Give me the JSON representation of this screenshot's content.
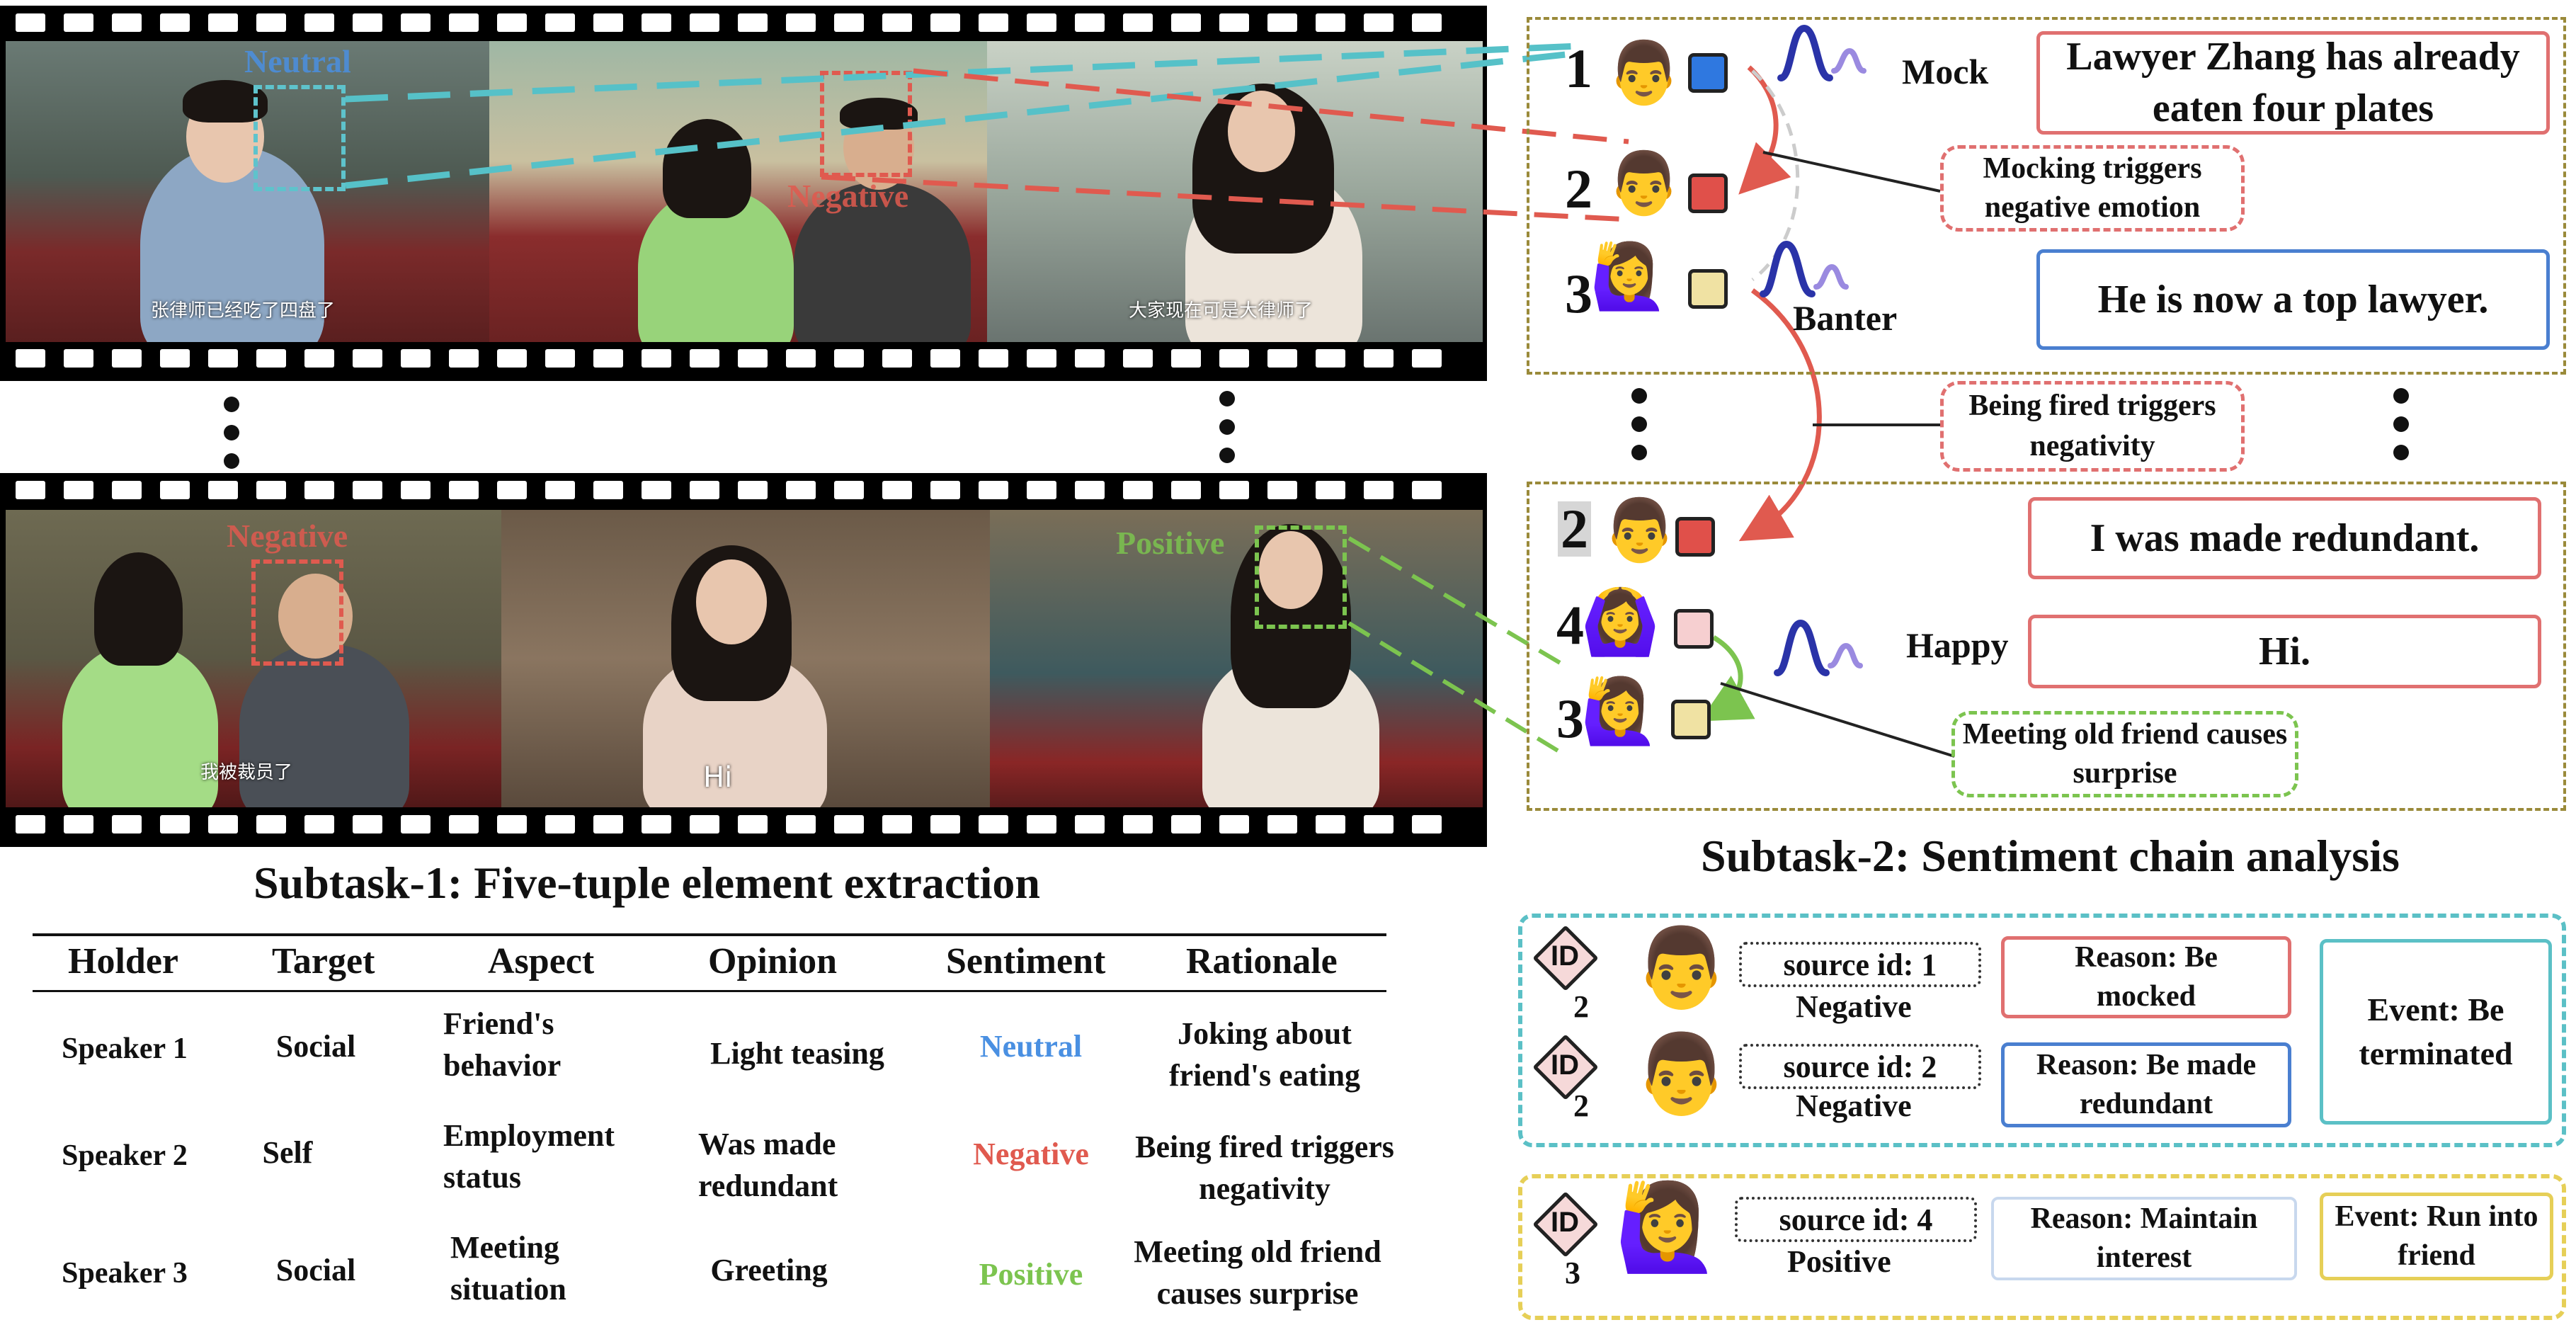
{
  "colors": {
    "neutral": "#4a90e2",
    "negative": "#e05a4f",
    "positive": "#7cc44f",
    "olive_border": "#9a8a3a",
    "teal": "#5bc0c6",
    "yellow": "#e6cf57",
    "red_box": "#e07070",
    "blue_box": "#4a7fd0",
    "cyan_link": "#56c1c8",
    "sq_blue": "#2f78e0",
    "sq_red": "#e0504a",
    "sq_yellow": "#f0e2a3",
    "sq_pink": "#f6cfd0"
  },
  "icons": [
    "man-emoji",
    "woman-raising-hand-emoji",
    "wave-icon",
    "id-diamond-icon",
    "vertical-ellipsis-icon"
  ],
  "film_top": {
    "labels": {
      "neutral": "Neutral",
      "negative": "Negative"
    },
    "subtitles": [
      "张律师已经吃了四盘了",
      "大家现在可是大律师了"
    ]
  },
  "film_bottom": {
    "labels": {
      "negative": "Negative",
      "positive": "Positive"
    },
    "subtitles": [
      "我被裁员了",
      "Hi"
    ]
  },
  "subtask1": {
    "title": "Subtask-1: Five-tuple element  extraction",
    "headers": [
      "Holder",
      "Target",
      "Aspect",
      "Opinion",
      "Sentiment",
      "Rationale"
    ],
    "rows": [
      {
        "holder": "Speaker 1",
        "target": "Social",
        "aspect": "Friend's behavior",
        "opinion": "Light teasing",
        "sentiment": "Neutral",
        "rationale": "Joking about friend's eating"
      },
      {
        "holder": "Speaker 2",
        "target": "Self",
        "aspect": "Employment status",
        "opinion": "Was made redundant",
        "sentiment": "Negative",
        "rationale": "Being fired triggers negativity"
      },
      {
        "holder": "Speaker 3",
        "target": "Social",
        "aspect": "Meeting situation",
        "opinion": "Greeting",
        "sentiment": "Positive",
        "rationale": "Meeting old friend causes surprise"
      }
    ]
  },
  "chain": {
    "top": {
      "speakers": [
        "1",
        "2",
        "3"
      ],
      "emotions": [
        "Mock",
        "Banter"
      ],
      "utterances": [
        "Lawyer Zhang has already eaten four plates",
        "He is now a top lawyer."
      ],
      "rationales": [
        "Mocking triggers negative emotion"
      ]
    },
    "middle_rationale": "Being fired triggers negativity",
    "bottom": {
      "speakers": [
        "2",
        "4",
        "3"
      ],
      "emotions": [
        "Happy"
      ],
      "utterances": [
        "I was made redundant.",
        "Hi."
      ],
      "rationales": [
        "Meeting old friend causes surprise"
      ]
    }
  },
  "subtask2": {
    "title": "Subtask-2: Sentiment chain analysis",
    "id_label": "ID",
    "group1": {
      "items": [
        {
          "id": "2",
          "source": "source id: 1",
          "sentiment": "Negative",
          "reason": "Reason: Be mocked"
        },
        {
          "id": "2",
          "source": "source id: 2",
          "sentiment": "Negative",
          "reason": "Reason: Be made redundant"
        }
      ],
      "event": "Event: Be terminated"
    },
    "group2": {
      "items": [
        {
          "id": "3",
          "source": "source id: 4",
          "sentiment": "Positive",
          "reason": "Reason: Maintain interest"
        }
      ],
      "event": "Event: Run into friend"
    }
  }
}
